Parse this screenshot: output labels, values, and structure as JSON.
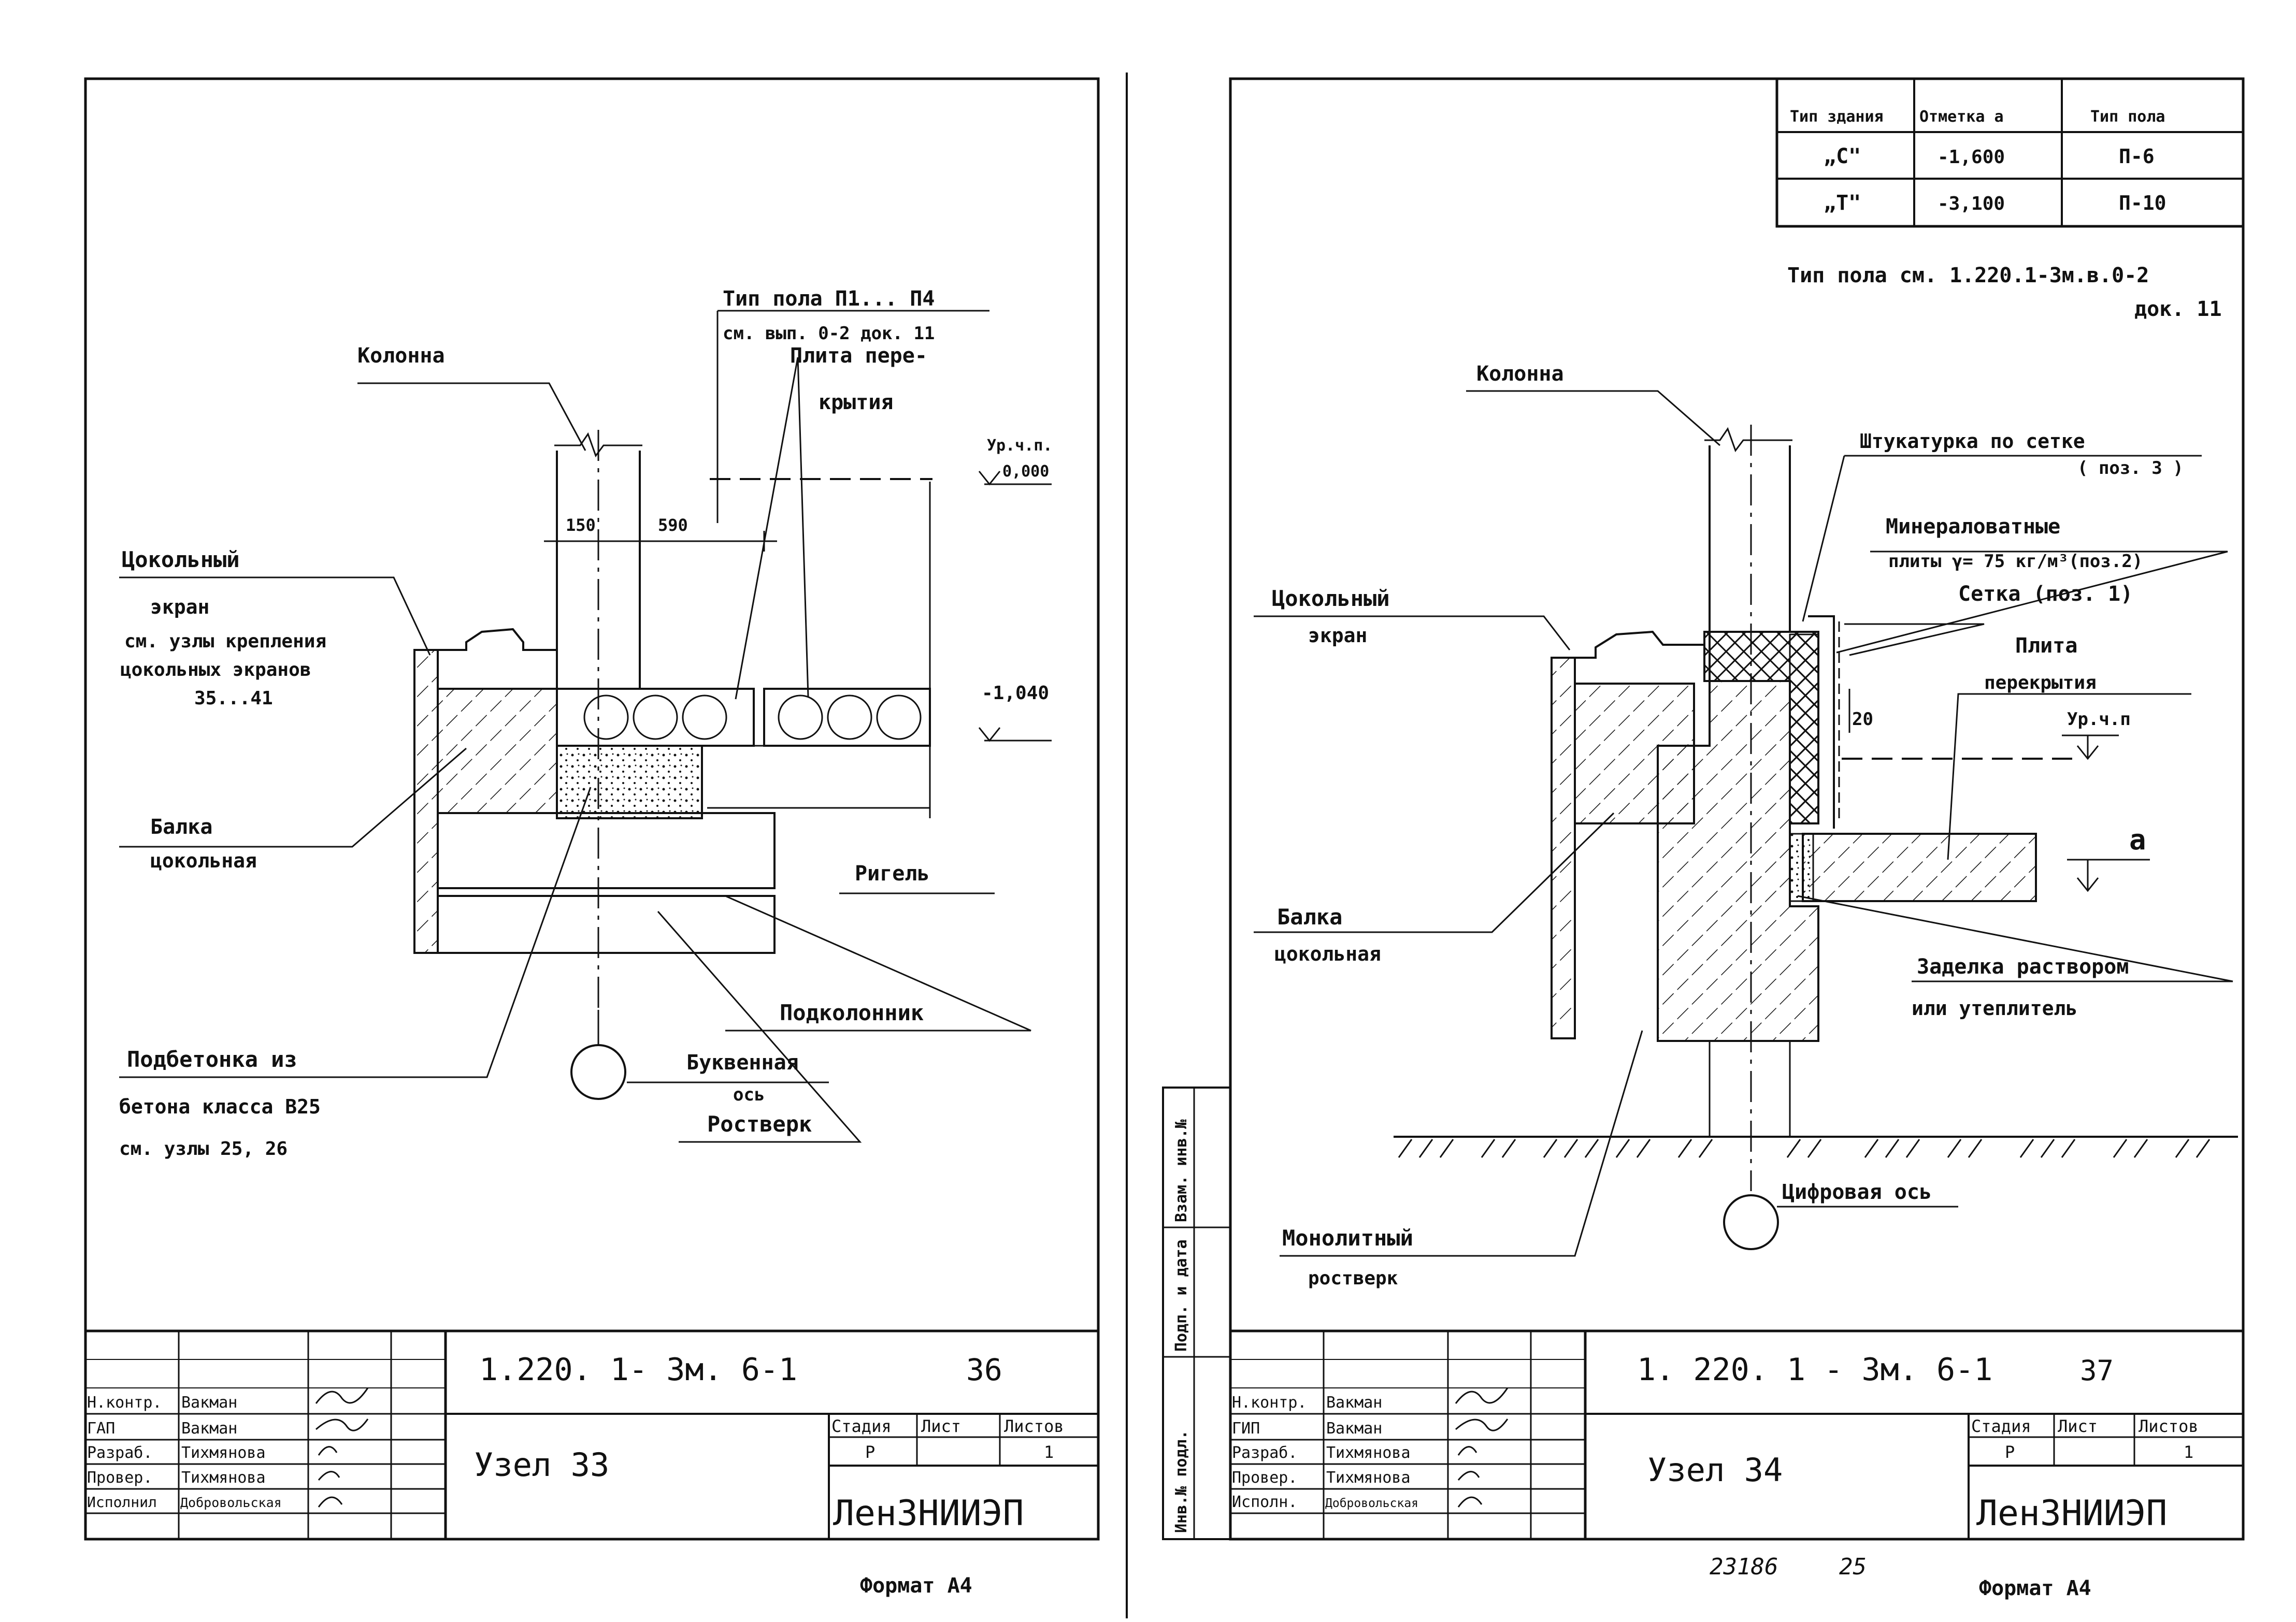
{
  "sheet_left": {
    "labels": {
      "floor_type_1": "Тип пола П1... П4",
      "floor_type_2": "см. вып. 0-2 док. 11",
      "slab_1": "Плита пере-",
      "slab_2": "крытия",
      "column": "Колонна",
      "level": "Ур.ч.п.",
      "level_value": "0,000",
      "dim_150": "150",
      "dim_590": "590",
      "plinth_screen_1": "Цокольный",
      "plinth_screen_2": "экран",
      "plinth_screen_3": "см. узлы крепления",
      "plinth_screen_4": "цокольных экранов",
      "plinth_screen_5": "35...41",
      "level_minus": "-1,040",
      "beam_1": "Балка",
      "beam_2": "цокольная",
      "girder": "Ригель",
      "sub_column": "Подколонник",
      "concrete_1": "Подбетонка из",
      "concrete_2": "бетона   класса  В25",
      "concrete_3": "см. узлы  25, 26",
      "letter_axis_1": "Буквенная",
      "letter_axis_2": "ось",
      "grillage": "Ростверк"
    },
    "title_block": {
      "code": "1.220. 1- 3м.  6-1",
      "sheet_no": "36",
      "name": "Узел  33",
      "stage_h": "Стадия",
      "sheet_h": "Лист",
      "sheets_h": "Листов",
      "stage": "Р",
      "sheets": "1",
      "org": "ЛенЗНИИЭП",
      "roles": [
        "Н.контр.",
        "ГАП",
        "Разраб.",
        "Провер.",
        "Исполнил"
      ],
      "names": [
        "Вакман",
        "Вакман",
        "Тихмянова",
        "Тихмянова",
        "Добровольская"
      ],
      "format": "Формат А4"
    }
  },
  "sheet_right": {
    "table": {
      "headers": [
        "Тип здания",
        "Отметка а",
        "Тип пола"
      ],
      "rows": [
        [
          "„С\"",
          "-1,600",
          "П-6"
        ],
        [
          "„Т\"",
          "-3,100",
          "П-10"
        ]
      ]
    },
    "labels": {
      "floor_type_1": "Тип пола см. 1.220.1-3м.в.0-2",
      "floor_type_2": "док. 11",
      "column": "Колонна",
      "plaster_1": "Штукатурка по сетке",
      "plaster_2": "( поз. 3 )",
      "mineral_1": "Минераловатные",
      "mineral_2": "плиты  γ= 75 кг/м³(поз.2)",
      "mesh": "Сетка (поз. 1)",
      "plinth_screen_1": "Цокольный",
      "plinth_screen_2": "экран",
      "slab_1": "Плита",
      "slab_2": "перекрытия",
      "level": "Ур.ч.п",
      "dim_20": "20",
      "mark_a": "а",
      "beam_1": "Балка",
      "beam_2": "цокольная",
      "mortar_1": "Заделка  раствором",
      "mortar_2": "или утеплитель",
      "monolith_1": "Монолитный",
      "monolith_2": "ростверк",
      "digital_axis": "Цифровая ось"
    },
    "side_stamp": [
      "Взам. инв.№",
      "Подп. и дата",
      "Инв.№ подл."
    ],
    "title_block": {
      "code": "1. 220. 1 - 3м.  6-1",
      "sheet_no": "37",
      "name": "Узел  34",
      "stage_h": "Стадия",
      "sheet_h": "Лист",
      "sheets_h": "Листов",
      "stage": "Р",
      "sheets": "1",
      "org": "ЛенЗНИИЭП",
      "roles": [
        "Н.контр.",
        "ГИП",
        "Разраб.",
        "Провер.",
        "Исполн."
      ],
      "names": [
        "Вакман",
        "Вакман",
        "Тихмянова",
        "Тихмянова",
        "Добровольская"
      ],
      "format": "Формат А4",
      "archive": "23186",
      "archive_sheet": "25"
    }
  }
}
